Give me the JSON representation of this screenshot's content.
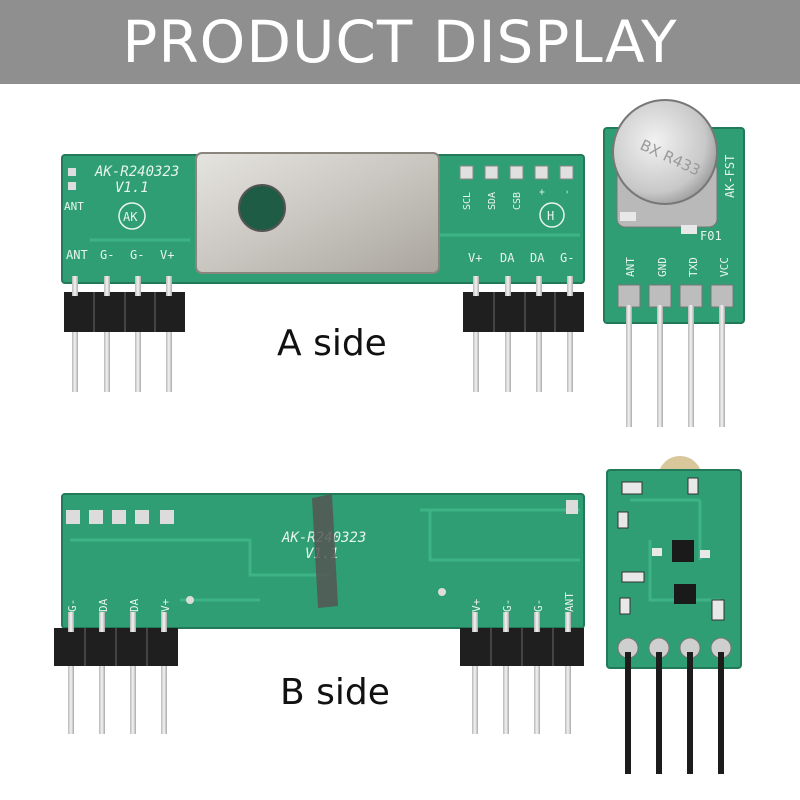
{
  "header": {
    "title": "PRODUCT DISPLAY"
  },
  "labels": {
    "a_side": "A side",
    "b_side": "B side"
  },
  "receiver_a": {
    "model": "AK-R240323",
    "version": "V1.1",
    "logo": "AK",
    "h_mark": "H",
    "ant": "ANT",
    "left_pins": [
      "ANT",
      "G-",
      "G-",
      "V+"
    ],
    "right_pins": [
      "V+",
      "DA",
      "DA",
      "G-"
    ],
    "pads": [
      "SCL",
      "SDA",
      "CSB",
      "+",
      "-"
    ]
  },
  "transmitter_a": {
    "can_text": "BX R433",
    "model": "AK-FST",
    "code": "F01",
    "pins": [
      "ANT",
      "GND",
      "TXD",
      "VCC"
    ]
  },
  "receiver_b": {
    "model": "AK-R240323",
    "version": "V1.1",
    "left_pins": [
      "G-",
      "DA",
      "DA",
      "V+"
    ],
    "right_pins": [
      "V+",
      "G-",
      "G-",
      "ANT"
    ]
  },
  "colors": {
    "pcb": "#2f9e74",
    "pcb_dark": "#237a59",
    "banner": "#8f8f8f",
    "pin": "#d9d9d9"
  }
}
